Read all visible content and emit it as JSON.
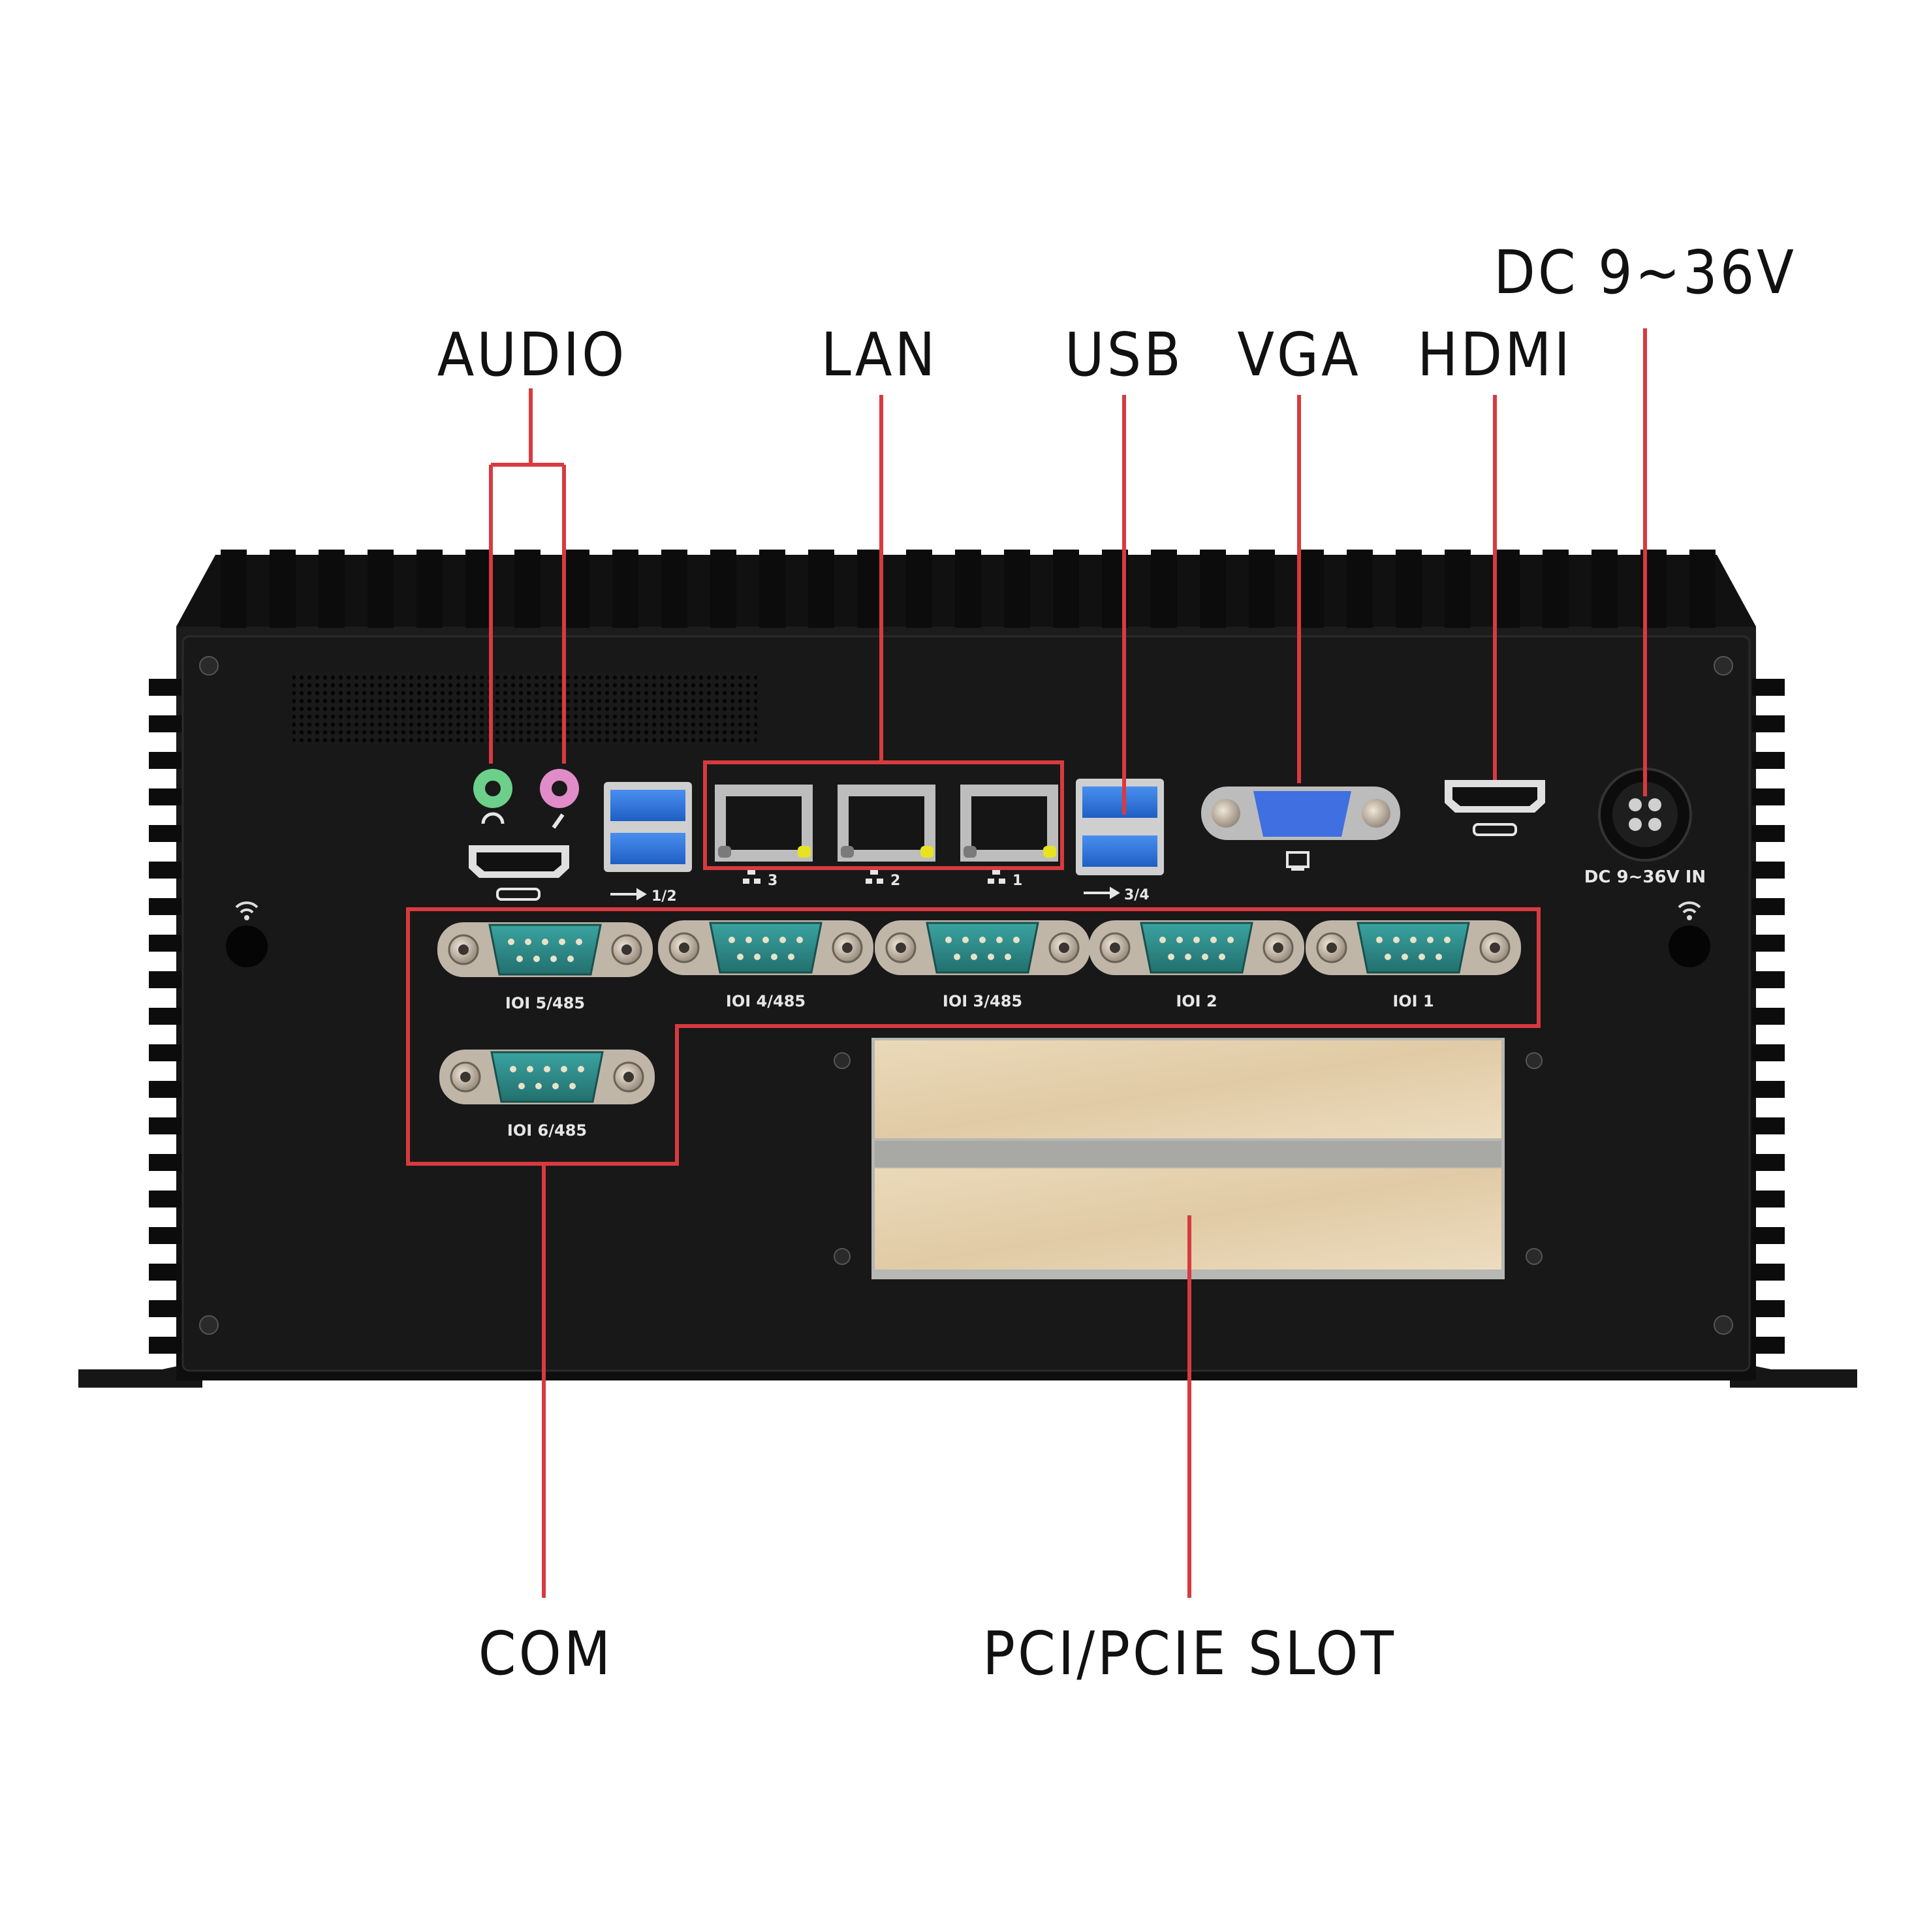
{
  "callouts": {
    "audio": "AUDIO",
    "lan": "LAN",
    "usb": "USB",
    "vga": "VGA",
    "hdmi": "HDMI",
    "dc": "DC 9~36V",
    "com": "COM",
    "pci": "PCI/PCIE SLOT"
  },
  "panel_labels": {
    "usb12": "1/2",
    "usb34": "3/4",
    "lan3": "3",
    "lan2": "2",
    "lan1": "1",
    "dc_in": "DC 9~36V IN",
    "com5": "IOI 5/485",
    "com4": "IOI 4/485",
    "com3": "IOI 3/485",
    "com2": "IOI 2",
    "com1": "IOI 1",
    "com6": "IOI 6/485"
  },
  "colors": {
    "callout_line": "#d83a3f",
    "chassis": "#141414",
    "usb_blue": "#2a6fd6",
    "vga_blue": "#3f6fe0",
    "db9_teal": "#2d8f8c",
    "audio_green": "#6cd08a",
    "audio_pink": "#e08cc8",
    "slot_cover": "#e6d4b4",
    "led_yellow": "#e7e321"
  },
  "icons": [
    "headphone-icon",
    "microphone-icon",
    "usb-icon",
    "network-icon",
    "monitor-icon",
    "wifi-icon",
    "screw-icon"
  ]
}
